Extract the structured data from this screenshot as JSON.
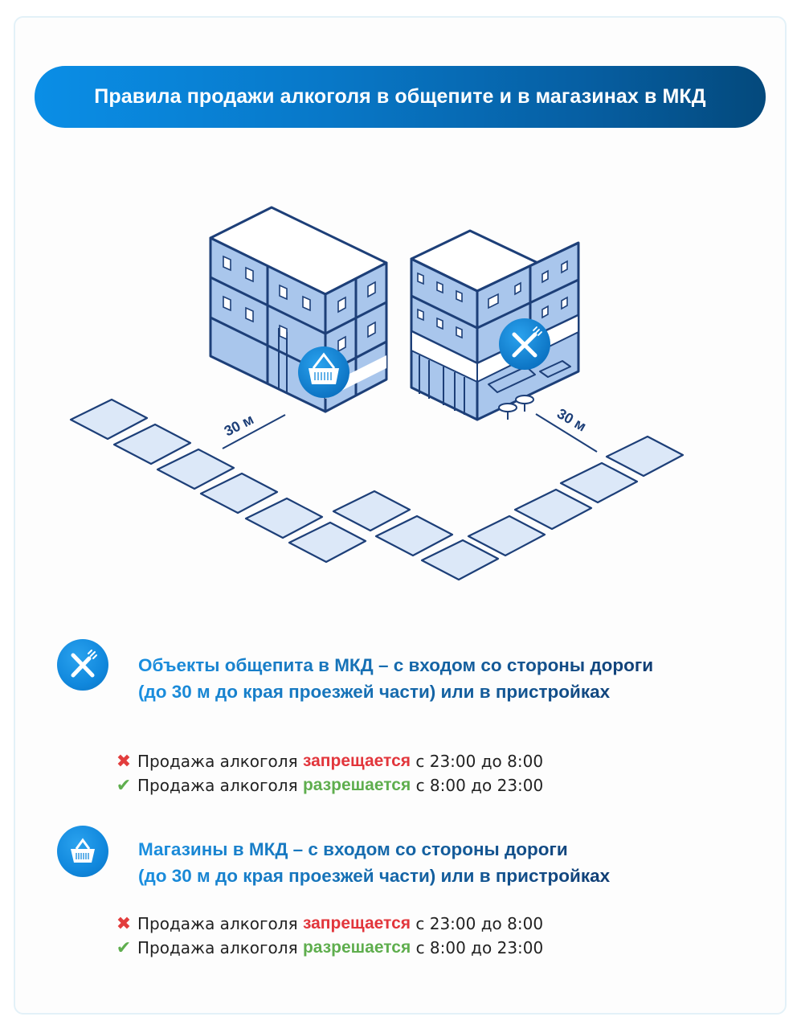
{
  "header": {
    "title": "Правила продажи алкоголя в общепите и в магазинах в МКД"
  },
  "illustration": {
    "distance_label_left": "30 м",
    "distance_label_right": "30 м",
    "left_building_icon": "basket-icon",
    "right_building_icon": "fork-knife-icon"
  },
  "sections": [
    {
      "icon": "fork-knife-icon",
      "heading_line1": "Объекты общепита в МКД – с входом со стороны дороги",
      "heading_line2": "(до 30 м до края проезжей части) или в пристройках",
      "rules": [
        {
          "status": "prohibited",
          "mark": "✖",
          "prefix": "Продажа алкоголя",
          "keyword": "запрещается",
          "suffix": "с 23:00 до 8:00"
        },
        {
          "status": "allowed",
          "mark": "✔",
          "prefix": "Продажа алкоголя",
          "keyword": "разрешается",
          "suffix": "с 8:00 до 23:00"
        }
      ]
    },
    {
      "icon": "basket-icon",
      "heading_line1": "Магазины в МКД – с входом со стороны дороги",
      "heading_line2": "(до 30 м до края проезжей части) или в пристройках",
      "rules": [
        {
          "status": "prohibited",
          "mark": "✖",
          "prefix": "Продажа алкоголя",
          "keyword": "запрещается",
          "suffix": "с 23:00 до 8:00"
        },
        {
          "status": "allowed",
          "mark": "✔",
          "prefix": "Продажа алкоголя",
          "keyword": "разрешается",
          "suffix": "с 8:00 до 23:00"
        }
      ]
    }
  ],
  "colors": {
    "brand_blue": "#1188dd",
    "navy": "#1d3f78",
    "prohibited_red": "#e2363c",
    "allowed_green": "#5fae4e",
    "building_fill": "#a9c6ec",
    "tile_fill": "#dce8f8"
  }
}
